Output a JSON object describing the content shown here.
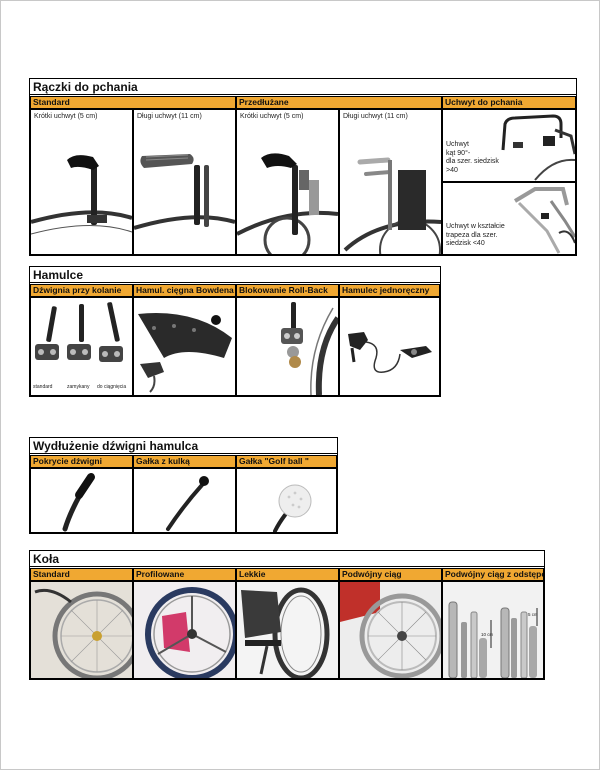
{
  "sections": {
    "push_handles": {
      "title": "Rączki do pchania",
      "headers": [
        "Standard",
        "Przedłużane",
        "Uchwyt do pchania"
      ],
      "captions": [
        "Krótki uchwyt (5 cm)",
        "Długi uchwyt (11 cm)",
        "Krótki uchwyt (5 cm)",
        "Długi uchwyt (11 cm)"
      ],
      "bar_captions": {
        "angle": [
          "Uchwyt",
          "kąt 90°-",
          "dla szer. siedzisk",
          ">40"
        ],
        "trapeze": [
          "Uchwyt w kształcie",
          "trapeza dla szer.",
          "siedzisk <40"
        ]
      }
    },
    "brakes": {
      "title": "Hamulce",
      "headers": [
        "Dźwignia przy kolanie",
        "Hamul. cięgna Bowdena",
        "Blokowanie Roll-Back",
        "Hamulec jednoręczny"
      ],
      "lever_types": [
        "standard",
        "zamykany",
        "do ciągnięcia"
      ]
    },
    "brake_extension": {
      "title": "Wydłużenie dźwigni hamulca",
      "headers": [
        "Pokrycie dźwigni",
        "Gałka z kulką",
        "Gałka \"Golf ball \""
      ]
    },
    "wheels": {
      "title": "Koła",
      "headers": [
        "Standard",
        "Profilowane",
        "Lekkie",
        "Podwójny ciąg",
        "Podwójny ciąg z odstępem"
      ],
      "dimension_labels": [
        "10 cm",
        "5 cm"
      ]
    }
  },
  "colors": {
    "header_bg": "#f0a832",
    "border": "#000000",
    "wheel_accent": "#d23a6a",
    "rim_red": "#c0302a"
  }
}
